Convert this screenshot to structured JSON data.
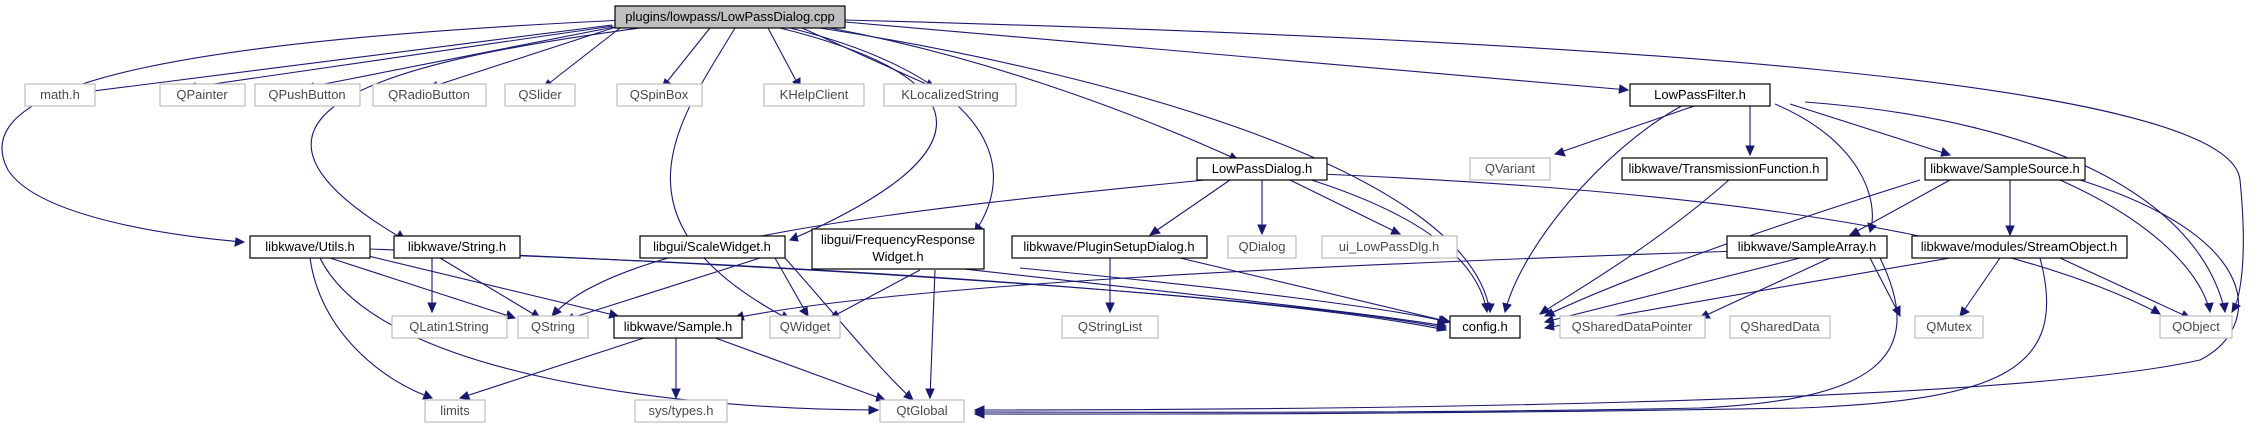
{
  "diagram": {
    "edge_color": "#191970",
    "nodes": {
      "root": "plugins/lowpass/LowPassDialog.cpp",
      "math": "math.h",
      "qpainter": "QPainter",
      "qpushbutton": "QPushButton",
      "qradiobutton": "QRadioButton",
      "qslider": "QSlider",
      "qspinbox": "QSpinBox",
      "khelpclient": "KHelpClient",
      "klocalizedstring": "KLocalizedString",
      "lowpassfilter": "LowPassFilter.h",
      "qvariant": "QVariant",
      "transmissionfunction": "libkwave/TransmissionFunction.h",
      "samplesource": "libkwave/SampleSource.h",
      "lowpassdialog_h": "LowPassDialog.h",
      "utils": "libkwave/Utils.h",
      "string": "libkwave/String.h",
      "scalewidget": "libgui/ScaleWidget.h",
      "freqresp_1": "libgui/FrequencyResponse",
      "freqresp_2": "Widget.h",
      "pluginsetupdialog": "libkwave/PluginSetupDialog.h",
      "qdialog": "QDialog",
      "ui_lowpassdlg": "ui_LowPassDlg.h",
      "samplearray": "libkwave/SampleArray.h",
      "streamobject": "libkwave/modules/StreamObject.h",
      "qlatin1string": "QLatin1String",
      "qstring": "QString",
      "sample": "libkwave/Sample.h",
      "qwidget": "QWidget",
      "qstringlist": "QStringList",
      "config": "config.h",
      "qshareddatapointer": "QSharedDataPointer",
      "qshareddata": "QSharedData",
      "qmutex": "QMutex",
      "qobject": "QObject",
      "limits": "limits",
      "systypes": "sys/types.h",
      "qtglobal": "QtGlobal"
    }
  }
}
